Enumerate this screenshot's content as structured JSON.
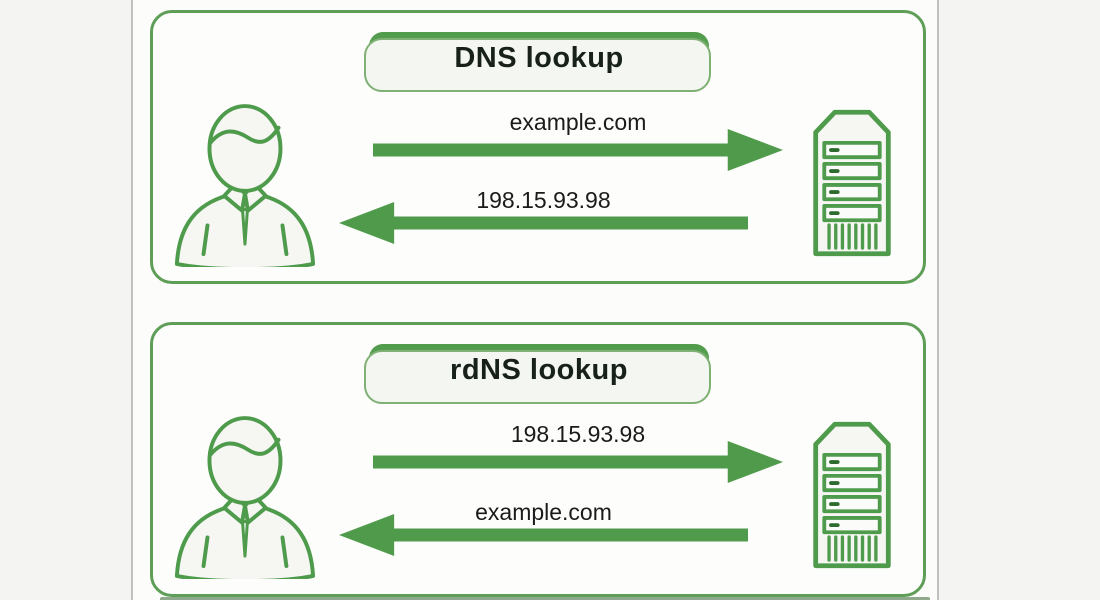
{
  "diagram": {
    "type": "dns-vs-reverse-dns-lookup",
    "colors": {
      "accent_green": "#4E9B4C",
      "arrow_green": "#4F9B4B",
      "panel_border": "#5E9E57",
      "badge_gradient_top": "#4F9B4A",
      "badge_gradient_bottom": "#D6E0D1",
      "title_text": "#17211A",
      "label_text": "#1B1B1B"
    },
    "panels": [
      {
        "title": "DNS lookup",
        "left_actor_icon": "user-icon",
        "right_actor_icon": "server-icon",
        "request": {
          "label": "example.com",
          "direction": "right"
        },
        "response": {
          "label": "198.15.93.98",
          "direction": "left"
        }
      },
      {
        "title": "rdNS lookup",
        "left_actor_icon": "user-icon",
        "right_actor_icon": "server-icon",
        "request": {
          "label": "198.15.93.98",
          "direction": "right"
        },
        "response": {
          "label": "example.com",
          "direction": "left"
        }
      }
    ]
  }
}
